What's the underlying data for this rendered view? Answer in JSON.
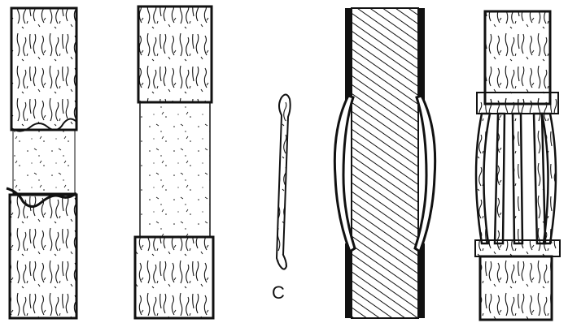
{
  "figure": {
    "panels": [
      {
        "id": "a",
        "subject": "bark-ring-wound-girdled-branch"
      },
      {
        "id": "b",
        "subject": "bark-ring-removed-clean-branch"
      },
      {
        "id": "c",
        "subject": "bridge-graft-scion",
        "label": "C"
      },
      {
        "id": "d",
        "subject": "bridge-graft-cross-section-hatched"
      },
      {
        "id": "e",
        "subject": "bridge-graft-multiple-scions-inserted"
      }
    ],
    "colors": {
      "ink": "#111111",
      "paper": "#ffffff"
    }
  }
}
